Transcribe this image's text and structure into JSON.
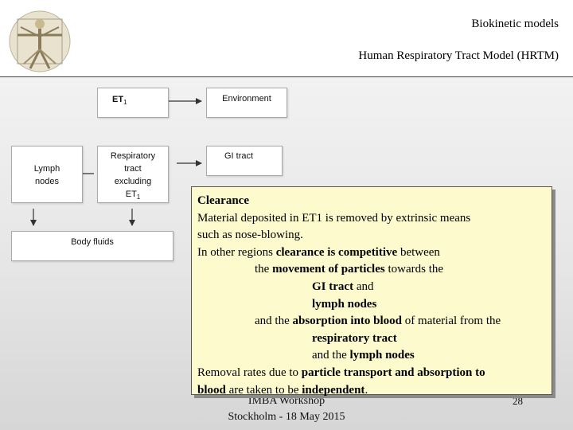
{
  "header": {
    "title": "Biokinetic models",
    "subtitle": "Human Respiratory Tract Model (HRTM)"
  },
  "logo": {
    "icon": "vitruvian-man-icon"
  },
  "diagram": {
    "et1": {
      "text": "ET",
      "sub": "1"
    },
    "environment": "Environment",
    "gi_tract": "GI tract",
    "respiratory": {
      "lines": [
        "Respiratory",
        "tract",
        "excluding"
      ],
      "last": "ET",
      "last_sub": "1"
    },
    "lymph": {
      "lines": [
        "Lymph",
        "nodes"
      ]
    },
    "body_fluids": "Body fluids"
  },
  "callout": {
    "l1": {
      "b": "Clearance"
    },
    "l2": {
      "t": "Material deposited in ET1 is removed by extrinsic means"
    },
    "l3": {
      "t": "such as nose-blowing."
    },
    "l4": {
      "a": "In other regions ",
      "b": "clearance is competitive",
      "c": " between"
    },
    "l5": {
      "a": "the ",
      "b": "movement of particles",
      "c": " towards the"
    },
    "l6": {
      "b": "GI tract",
      "c": " and"
    },
    "l7": {
      "b": "lymph nodes"
    },
    "l8": {
      "a": "and the ",
      "b": "absorption into blood",
      "c": " of material from the"
    },
    "l9": {
      "b": "respiratory tract"
    },
    "l10": {
      "a": "and the ",
      "b": "lymph nodes"
    },
    "l11": {
      "a": "Removal rates due to ",
      "b": "particle transport and absorption to"
    },
    "l12": {
      "b": "blood",
      "c": " are taken to be ",
      "d": "independent",
      "e": "."
    }
  },
  "footer": {
    "line1": "IMBA Workshop",
    "line2": "Stockholm - 18 May 2015",
    "page": "28"
  }
}
